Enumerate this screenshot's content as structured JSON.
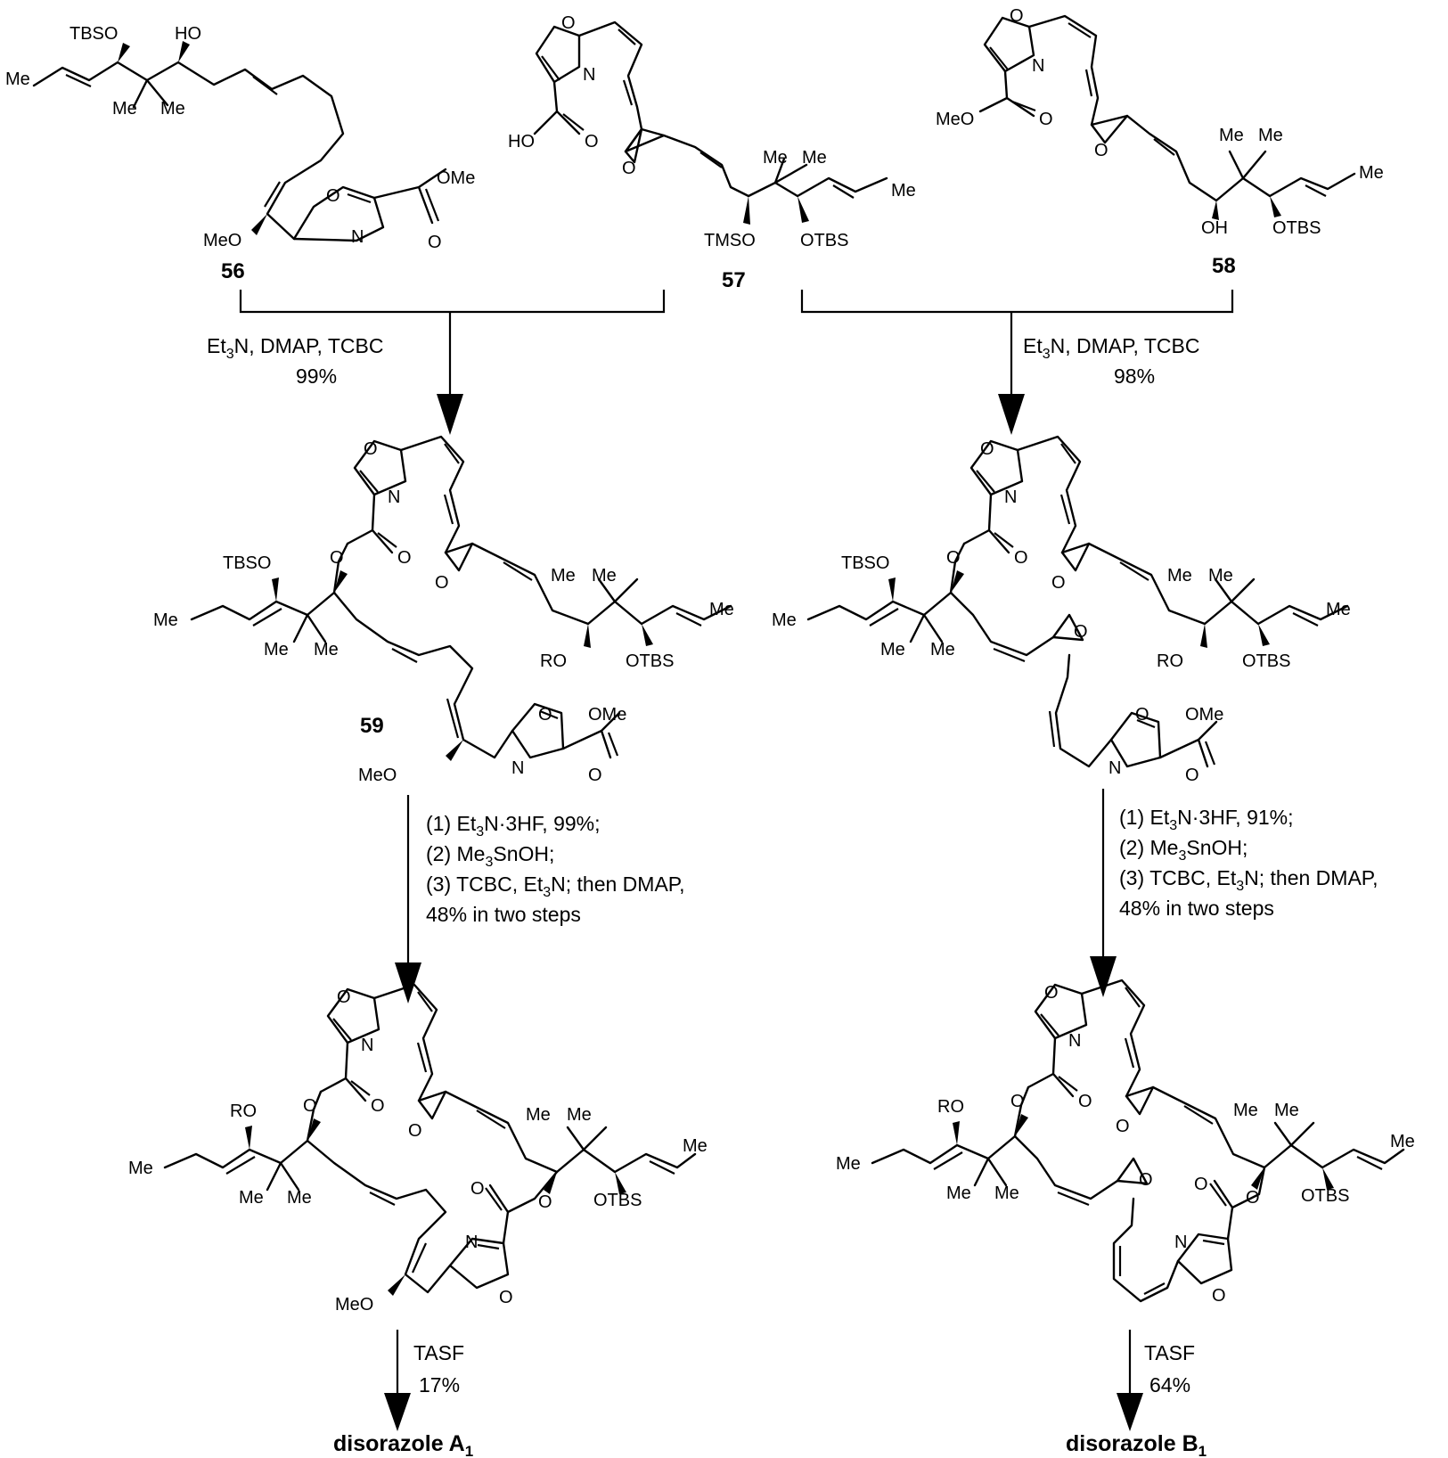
{
  "compounds": {
    "c56": {
      "number": "56",
      "labels": [
        "TBSO",
        "HO",
        "Me",
        "Me",
        "Me",
        "MeO",
        "O",
        "N",
        "OMe",
        "O"
      ]
    },
    "c57": {
      "number": "57",
      "labels": [
        "O",
        "N",
        "HO",
        "O",
        "O",
        "Me",
        "Me",
        "Me",
        "TMSO",
        "OTBS"
      ]
    },
    "c58": {
      "number": "58",
      "labels": [
        "O",
        "N",
        "MeO",
        "O",
        "O",
        "Me",
        "Me",
        "Me",
        "OH",
        "OTBS"
      ]
    },
    "c59": {
      "number": "59",
      "labels": [
        "O",
        "N",
        "O",
        "O",
        "TBSO",
        "O",
        "Me",
        "Me",
        "Me",
        "Me",
        "Me",
        "Me",
        "RO",
        "OTBS",
        "O",
        "OMe",
        "MeO",
        "N",
        "O"
      ]
    },
    "right_mid": {
      "labels": [
        "O",
        "N",
        "O",
        "O",
        "TBSO",
        "O",
        "Me",
        "Me",
        "Me",
        "Me",
        "Me",
        "Me",
        "RO",
        "OTBS",
        "O",
        "O",
        "OMe",
        "N",
        "O"
      ]
    },
    "left_bottom": {
      "labels": [
        "O",
        "N",
        "O",
        "O",
        "RO",
        "O",
        "Me",
        "Me",
        "Me",
        "Me",
        "Me",
        "Me",
        "OTBS",
        "O",
        "O",
        "N",
        "MeO",
        "O"
      ]
    },
    "right_bottom": {
      "labels": [
        "O",
        "N",
        "O",
        "O",
        "RO",
        "O",
        "Me",
        "Me",
        "Me",
        "Me",
        "Me",
        "Me",
        "OTBS",
        "O",
        "O",
        "O",
        "N",
        "O"
      ]
    }
  },
  "steps": {
    "left_coupling": {
      "reagents_prefix": "Et",
      "sub": "3",
      "reagents_rest": "N, DMAP, TCBC",
      "yield": "99%"
    },
    "right_coupling": {
      "reagents_prefix": "Et",
      "sub": "3",
      "reagents_rest": "N, DMAP, TCBC",
      "yield": "98%"
    },
    "left_macro": {
      "l1a": "(1) Et",
      "l1sub": "3",
      "l1b": "N·3HF, 99%;",
      "l2a": "(2) Me",
      "l2sub": "3",
      "l2b": "SnOH;",
      "l3a": "(3) TCBC, Et",
      "l3sub": "3",
      "l3b": "N; then DMAP,",
      "l4": "48% in two steps"
    },
    "right_macro": {
      "l1a": "(1) Et",
      "l1sub": "3",
      "l1b": "N·3HF, 91%;",
      "l2a": "(2) Me",
      "l2sub": "3",
      "l2b": "SnOH;",
      "l3a": "(3) TCBC, Et",
      "l3sub": "3",
      "l3b": "N; then DMAP,",
      "l4": "48% in two steps"
    },
    "left_final": {
      "reagent": "TASF",
      "yield": "17%"
    },
    "right_final": {
      "reagent": "TASF",
      "yield": "64%"
    }
  },
  "products": {
    "a1": {
      "name": "disorazole A",
      "sub": "1"
    },
    "b1": {
      "name": "disorazole B",
      "sub": "1"
    }
  }
}
